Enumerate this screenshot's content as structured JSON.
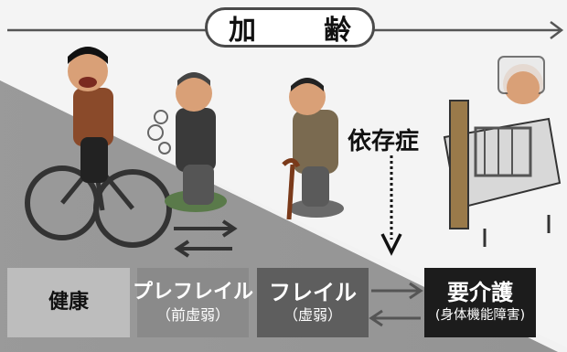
{
  "header": {
    "age_label": "加　齢"
  },
  "addiction_label": "依存症",
  "stages": [
    {
      "main": "健康",
      "sub": ""
    },
    {
      "main": "プレフレイル",
      "sub": "（前虚弱）"
    },
    {
      "main": "フレイル",
      "sub": "（虚弱）"
    },
    {
      "main": "要介護",
      "sub": "(身体機能障害)"
    }
  ],
  "colors": {
    "slope_dark": "#8c8c8c",
    "slope_light": "#f2f2f2",
    "healthy_box": "#bdbdbd",
    "prefrail_box": "#8a8a8a",
    "frail_box": "#5e5e5e",
    "care_box": "#1c1c1c"
  },
  "icons": [
    "age-arrow-icon",
    "bicycle-icon",
    "cane-icon",
    "bed-icon",
    "down-arrow-icon",
    "two-way-arrow-icon"
  ]
}
